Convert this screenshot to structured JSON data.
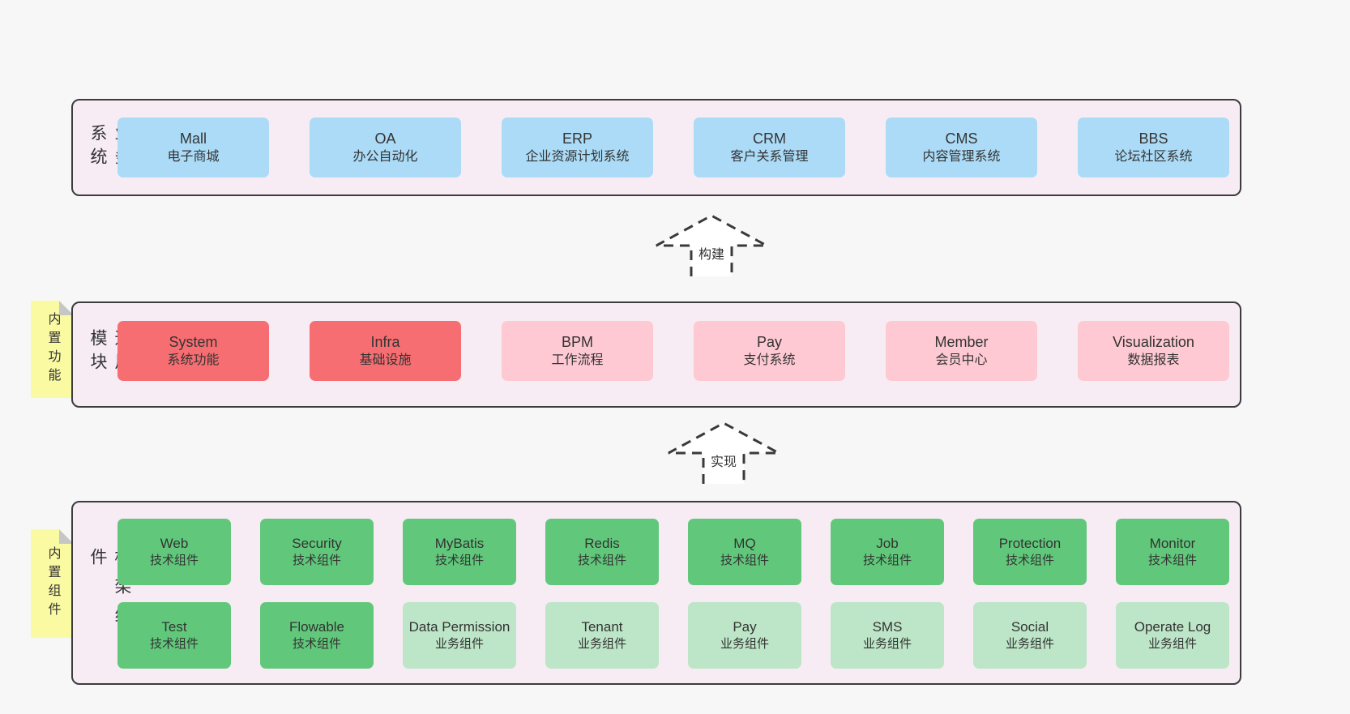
{
  "palette": {
    "page_bg": "#f7f7f7",
    "layer_bg": "#f7ecf4",
    "layer_border": "#3c3c3c",
    "box_blue": "#abdbf7",
    "box_red": "#f66e71",
    "box_pink": "#fec9d3",
    "box_green": "#61c87b",
    "box_green_light": "#bce6c7",
    "sticky_bg": "#fafaa3",
    "sticky_fold": "#c6c6c6",
    "text": "#333333"
  },
  "arrows": [
    {
      "label": "构建"
    },
    {
      "label": "实现"
    }
  ],
  "layers": [
    {
      "label": "业务系统",
      "boxes": [
        {
          "title": "Mall",
          "subtitle": "电子商城"
        },
        {
          "title": "OA",
          "subtitle": "办公自动化"
        },
        {
          "title": "ERP",
          "subtitle": "企业资源计划系统"
        },
        {
          "title": "CRM",
          "subtitle": "客户关系管理"
        },
        {
          "title": "CMS",
          "subtitle": "内容管理系统"
        },
        {
          "title": "BBS",
          "subtitle": "论坛社区系统"
        }
      ]
    },
    {
      "label": "通用模块",
      "sticky": "内置功能",
      "boxes": [
        {
          "title": "System",
          "subtitle": "系统功能"
        },
        {
          "title": "Infra",
          "subtitle": "基础设施"
        },
        {
          "title": "BPM",
          "subtitle": "工作流程"
        },
        {
          "title": "Pay",
          "subtitle": "支付系统"
        },
        {
          "title": "Member",
          "subtitle": "会员中心"
        },
        {
          "title": "Visualization",
          "subtitle": "数据报表"
        }
      ]
    },
    {
      "label": "框架组件",
      "sticky": "内置组件",
      "row1": [
        {
          "title": "Web",
          "subtitle": "技术组件"
        },
        {
          "title": "Security",
          "subtitle": "技术组件"
        },
        {
          "title": "MyBatis",
          "subtitle": "技术组件"
        },
        {
          "title": "Redis",
          "subtitle": "技术组件"
        },
        {
          "title": "MQ",
          "subtitle": "技术组件"
        },
        {
          "title": "Job",
          "subtitle": "技术组件"
        },
        {
          "title": "Protection",
          "subtitle": "技术组件"
        },
        {
          "title": "Monitor",
          "subtitle": "技术组件"
        }
      ],
      "row2": [
        {
          "title": "Test",
          "subtitle": "技术组件"
        },
        {
          "title": "Flowable",
          "subtitle": "技术组件"
        },
        {
          "title": "Data Permission",
          "subtitle": "业务组件"
        },
        {
          "title": "Tenant",
          "subtitle": "业务组件"
        },
        {
          "title": "Pay",
          "subtitle": "业务组件"
        },
        {
          "title": "SMS",
          "subtitle": "业务组件"
        },
        {
          "title": "Social",
          "subtitle": "业务组件"
        },
        {
          "title": "Operate Log",
          "subtitle": "业务组件"
        }
      ]
    }
  ]
}
